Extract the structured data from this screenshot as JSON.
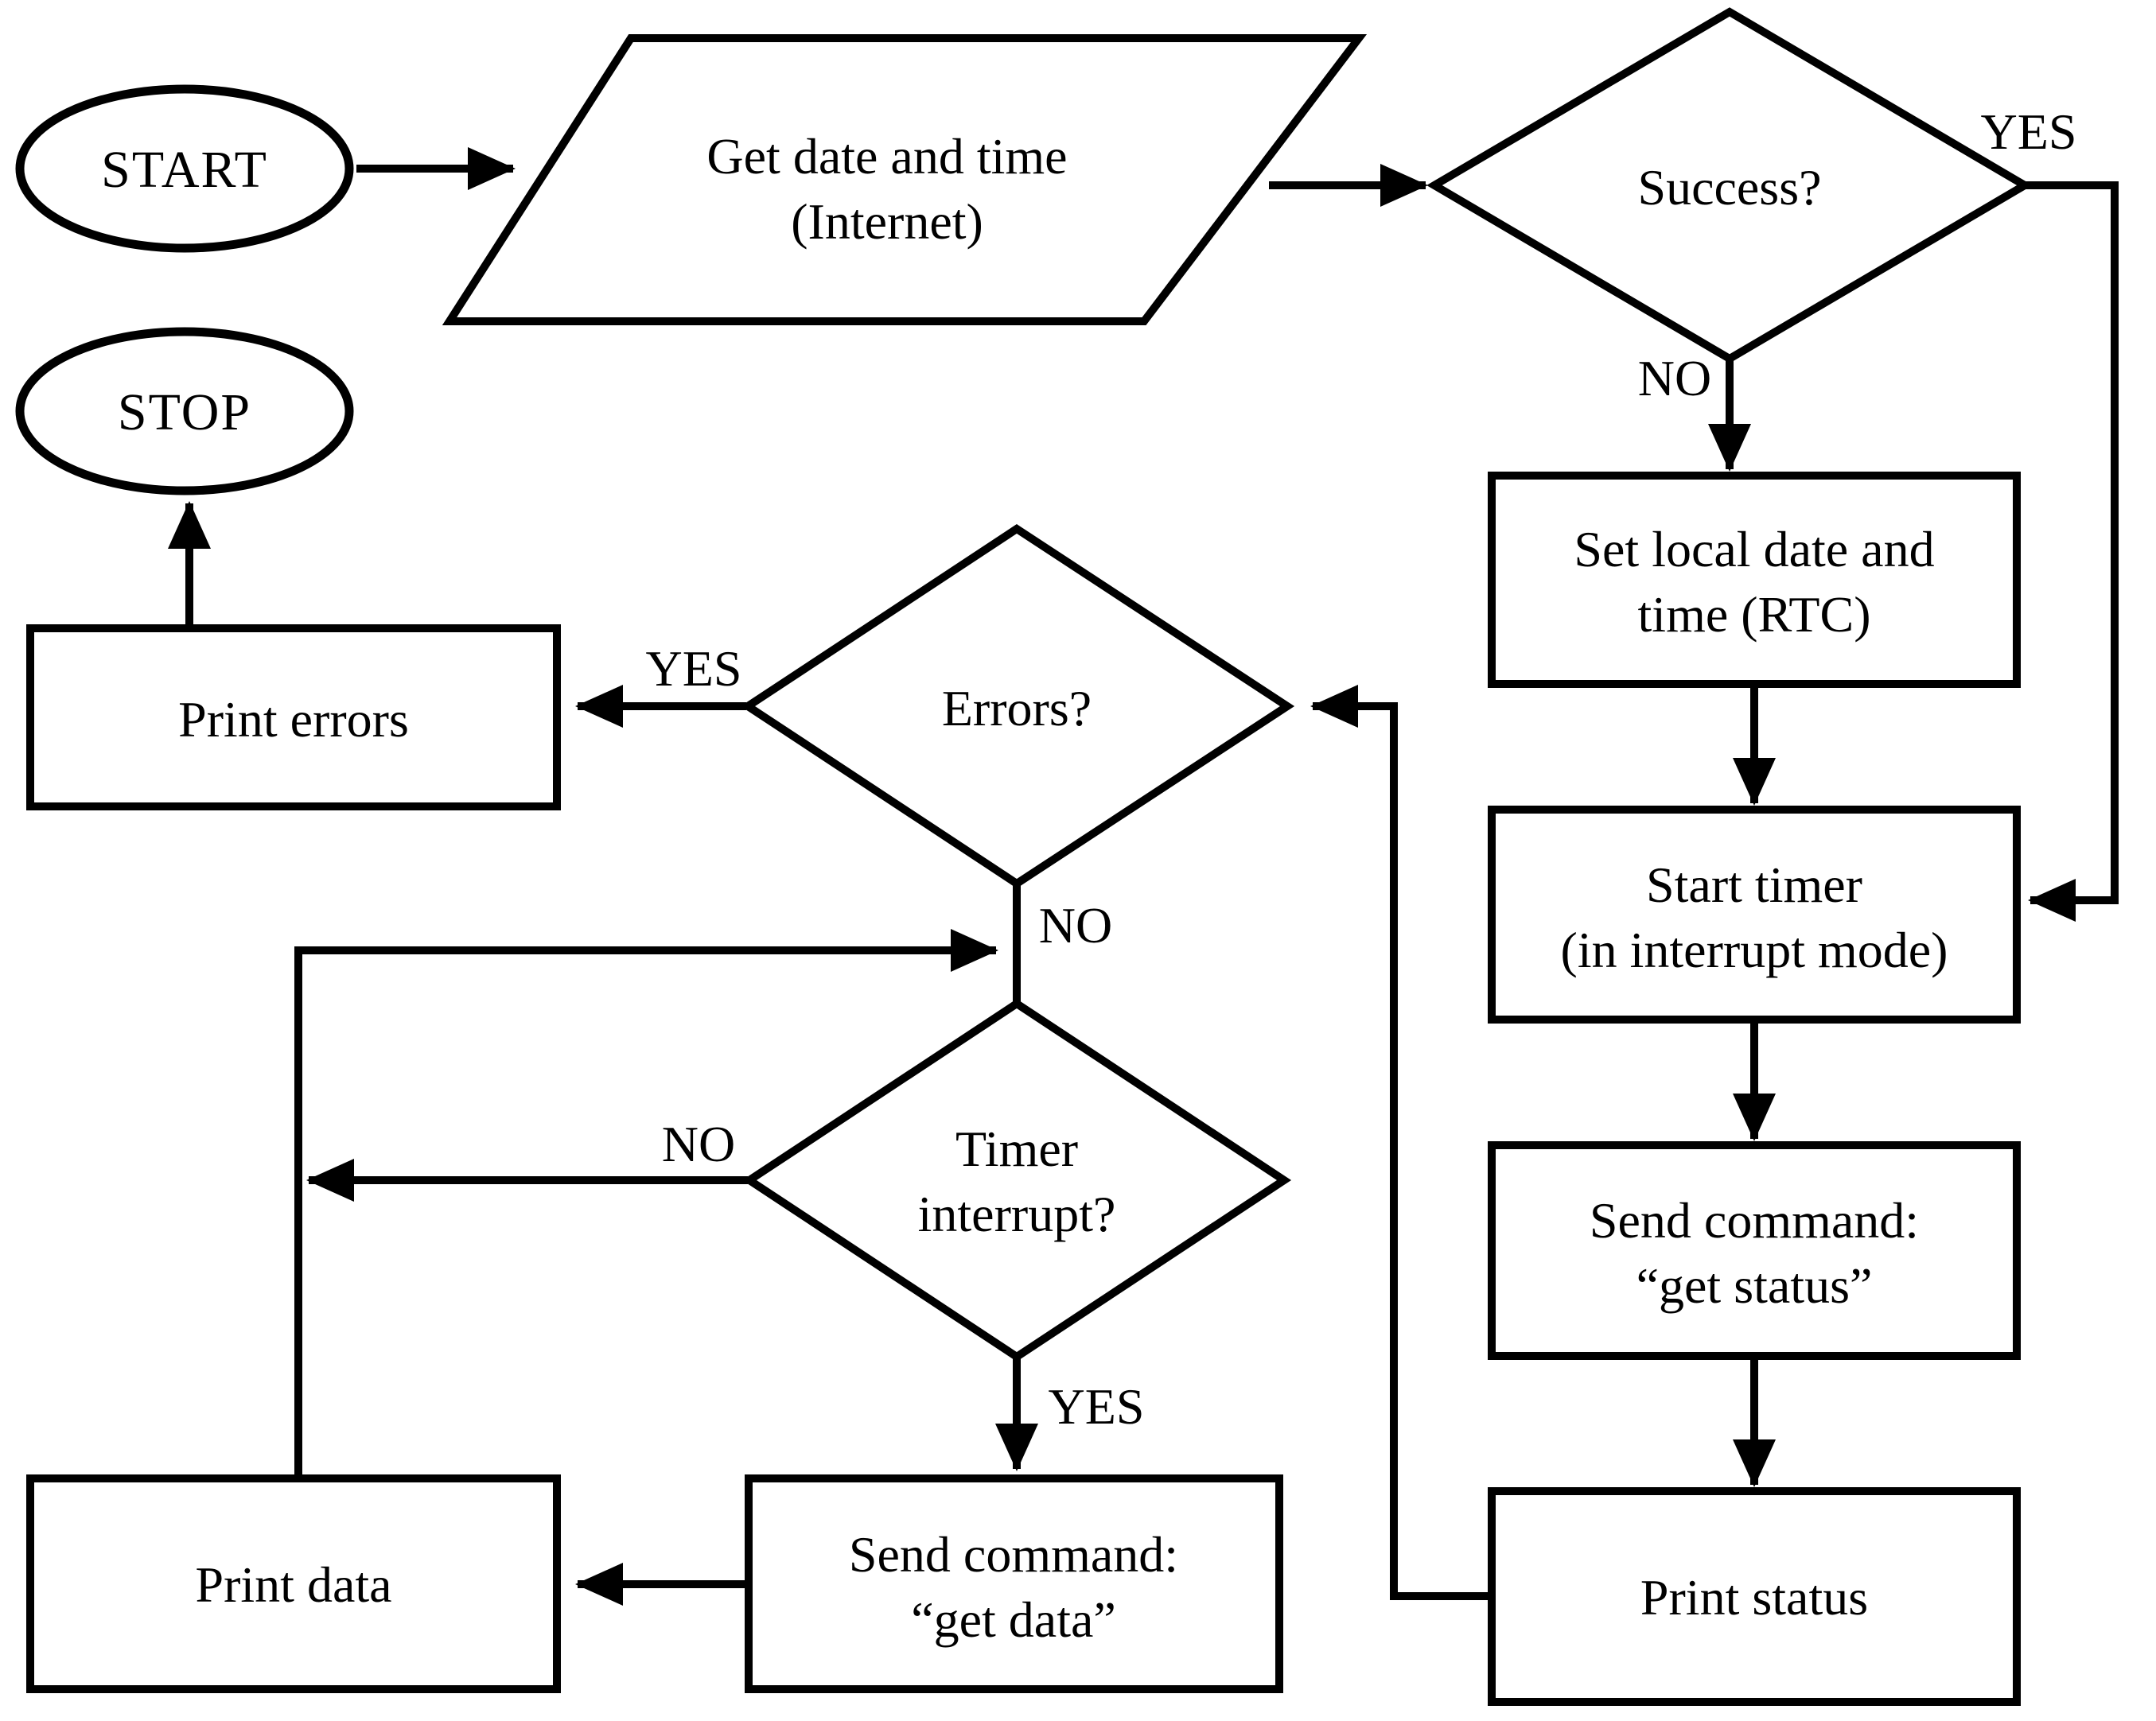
{
  "diagram": {
    "colors": {
      "ink": "#000000",
      "paper": "#ffffff"
    },
    "nodes": {
      "start": {
        "label": "START"
      },
      "stop": {
        "label": "STOP"
      },
      "get_datetime": {
        "line1": "Get date and time",
        "line2": "(Internet)"
      },
      "success": {
        "label": "Success?"
      },
      "set_local": {
        "line1": "Set local date and",
        "line2": "time (RTC)"
      },
      "start_timer": {
        "line1": "Start timer",
        "line2": "(in interrupt mode)"
      },
      "send_get_status": {
        "line1": "Send command:",
        "line2": "“get status”"
      },
      "print_status": {
        "label": "Print status"
      },
      "errors": {
        "label": "Errors?"
      },
      "print_errors": {
        "label": "Print errors"
      },
      "timer_interrupt": {
        "line1": "Timer",
        "line2": "interrupt?"
      },
      "send_get_data": {
        "line1": "Send command:",
        "line2": "“get data”"
      },
      "print_data": {
        "label": "Print data"
      }
    },
    "edge_labels": {
      "success_yes": "YES",
      "success_no": "NO",
      "errors_yes": "YES",
      "errors_no": "NO",
      "timer_no": "NO",
      "timer_yes": "YES"
    }
  }
}
